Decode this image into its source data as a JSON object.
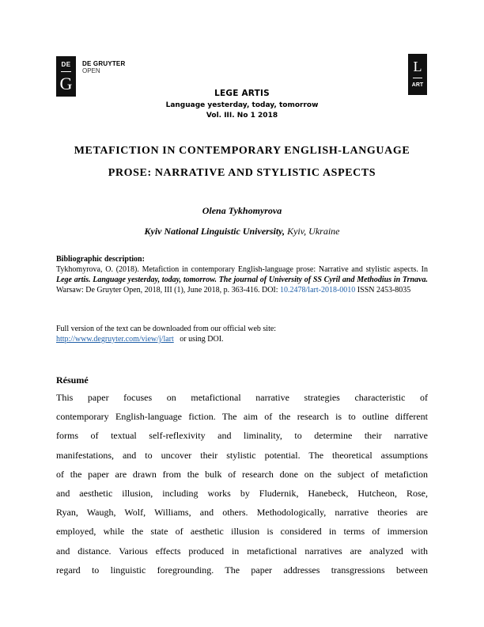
{
  "publisher": {
    "logo_top": "DE",
    "logo_letter": "G",
    "name_line1": "DE GRUYTER",
    "name_line2": "OPEN"
  },
  "journal_mark": {
    "letter": "L",
    "label": "ART"
  },
  "journal": {
    "title": "LEGE ARTIS",
    "subtitle": "Language yesterday, today, tomorrow",
    "volume": "Vol. III. No 1 2018"
  },
  "article": {
    "title_line1": "METAFICTION IN CONTEMPORARY ENGLISH-LANGUAGE",
    "title_line2": "PROSE: NARRATIVE AND STYLISTIC ASPECTS",
    "author": "Olena Tykhomyrova",
    "affiliation_bold": "Kyiv National Linguistic University,",
    "affiliation_place": " Kyiv, Ukraine"
  },
  "bibliography": {
    "label": "Bibliographic description:",
    "text_part1": "Tykhomyrova, O. (2018). Metafiction in contemporary English-language prose: Narrative and stylistic aspects. In ",
    "journal_italic": "Lege artis. Language yesterday, today, tomorrow. The journal of University of SS Cyril and Methodius in Trnava.",
    "text_part2": " Warsaw: De Gruyter Open, 2018, III (1), June 2018, p. 363-416. DOI: ",
    "doi": "10.2478/lart-2018-0010",
    "issn": " ISSN 2453-8035"
  },
  "full_version": {
    "text": "Full version of the text can be downloaded from our official web site:",
    "url": "http://www.degruyter.com/view/j/lart",
    "suffix": "   or using DOI."
  },
  "resume": {
    "heading": "Résumé",
    "lines": [
      "This paper focuses on metafictional narrative strategies characteristic of",
      "contemporary English-language fiction. The aim of the research is to outline different",
      "forms of textual self-reflexivity and liminality, to determine their narrative",
      "manifestations, and to uncover their stylistic potential. The theoretical assumptions",
      "of the paper are drawn from the bulk of research done on the subject of metafiction",
      "and aesthetic illusion, including works by Fludernik, Hanebeck, Hutcheon, Rose,",
      "Ryan, Waugh, Wolf, Williams, and others. Methodologically, narrative theories are",
      "employed, while the state of aesthetic illusion is considered in terms of immersion",
      "and distance. Various effects produced in metafictional narratives are analyzed with",
      "regard to linguistic foregrounding. The paper addresses transgressions between"
    ]
  },
  "colors": {
    "link": "#1f5fa8",
    "logo_bg": "#111111"
  }
}
